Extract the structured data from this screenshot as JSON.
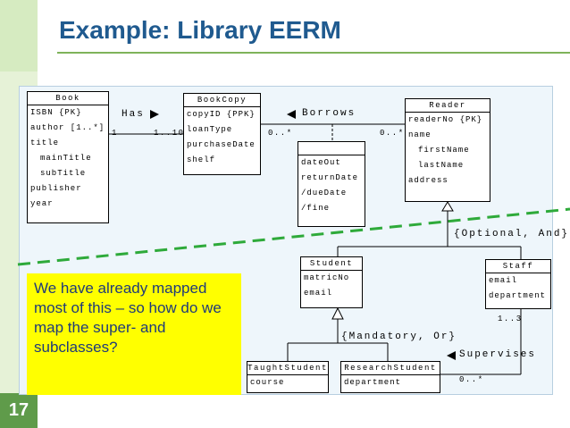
{
  "slide": {
    "title": "Example: Library EERM",
    "page_number": "17",
    "note": "We have already mapped most of this – so how do we map the super- and subclasses?"
  },
  "entities": {
    "book": {
      "name": "Book",
      "attributes": [
        "ISBN {PK}",
        "author [1..*]",
        "title",
        "mainTitle",
        "subTitle",
        "publisher",
        "year"
      ]
    },
    "bookcopy": {
      "name": "BookCopy",
      "attributes": [
        "copyID {PPK}",
        "loanType",
        "purchaseDate",
        "shelf"
      ]
    },
    "borrows_attrs": {
      "attributes": [
        "dateOut",
        "returnDate",
        "/dueDate",
        "/fine"
      ]
    },
    "reader": {
      "name": "Reader",
      "attributes": [
        "readerNo {PK}",
        "name",
        "firstName",
        "lastName",
        "address"
      ]
    },
    "student": {
      "name": "Student",
      "attributes": [
        "matricNo",
        "email"
      ]
    },
    "staff": {
      "name": "Staff",
      "attributes": [
        "email",
        "department"
      ]
    },
    "taughtstudent": {
      "name": "TaughtStudent",
      "attributes": [
        "course"
      ]
    },
    "researchstudent": {
      "name": "ResearchStudent",
      "attributes": [
        "department"
      ]
    }
  },
  "relationships": {
    "has": {
      "label": "Has",
      "mult_left": "1",
      "mult_right": "1..10"
    },
    "borrows": {
      "label": "Borrows",
      "mult_left": "0..*",
      "mult_right": "0..*"
    },
    "supervises": {
      "label": "Supervises",
      "mult_top": "1..3",
      "mult_bottom": "0..*"
    }
  },
  "constraints": {
    "reader_specialisation": "{Optional, And}",
    "student_specialisation": "{Mandatory, Or}"
  },
  "colors": {
    "title": "#1f5a8f",
    "note_bg": "#ffff00",
    "note_text": "#1f3a7a",
    "divider": "#2eaa3a",
    "sidebar": "#e6f2d7",
    "page_badge": "#5f9b4a"
  }
}
